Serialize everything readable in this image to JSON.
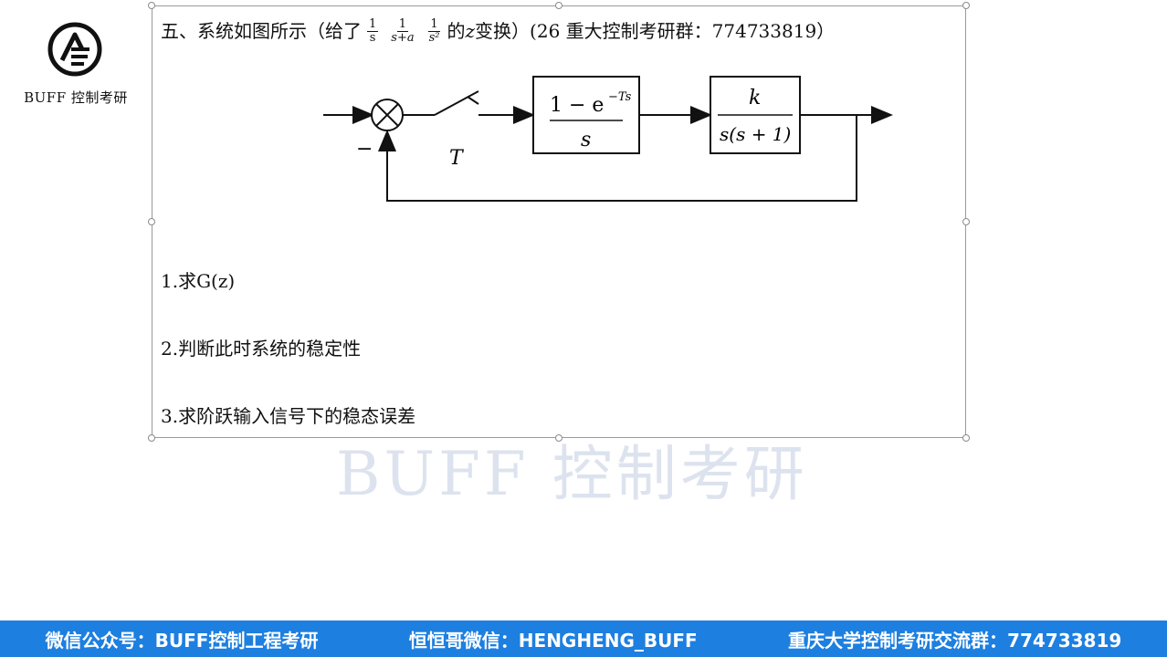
{
  "logo": {
    "text": "BUFF 控制考研"
  },
  "title": {
    "prefix": "五、系统如图所示（给了",
    "frac1_num": "1",
    "frac1_den": "s",
    "frac2_num": "1",
    "frac2_den": "s+a",
    "frac3_num": "1",
    "frac3_den": "s²",
    "z_var": "z",
    "suffix": "变换）(26 重大控制考研群：774733819）"
  },
  "diagram": {
    "minus_sign": "−",
    "sampler_label": "T",
    "block1_num": "1 − e",
    "block1_exp": "−Ts",
    "block1_den": "s",
    "block2_num": "k",
    "block2_den": "s(s + 1)"
  },
  "questions": [
    "1.求G(z)",
    "2.判断此时系统的稳定性",
    "3.求阶跃输入信号下的稳态误差"
  ],
  "watermark": "BUFF 控制考研",
  "footer": {
    "item1": "微信公众号：BUFF控制工程考研",
    "item2": "恒恒哥微信：HENGHENG_BUFF",
    "item3": "重庆大学控制考研交流群：774733819"
  }
}
